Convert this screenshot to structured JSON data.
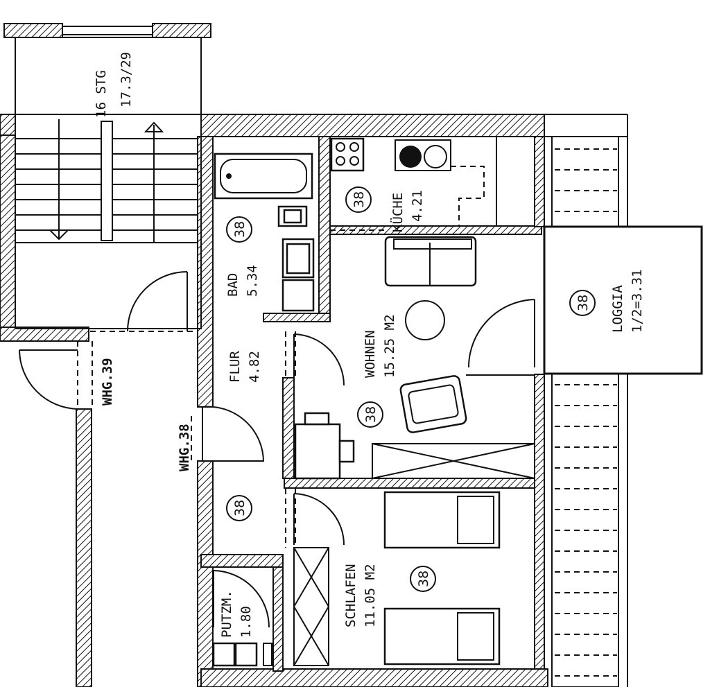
{
  "stair": {
    "count": "16 STG",
    "rise": "17.3/29"
  },
  "units": {
    "left": "WHG.39",
    "right": "WHG.38"
  },
  "rooms": {
    "bad": {
      "name": "BAD",
      "area": "5.34",
      "tag": "38"
    },
    "kueche": {
      "name": "KÜCHE",
      "area": "4.21",
      "tag": "38"
    },
    "wohnen": {
      "name": "WOHNEN",
      "area": "15.25 M2",
      "tag": "38"
    },
    "loggia": {
      "name": "LOGGIA",
      "area": "1/2=3.31",
      "tag": "38"
    },
    "flur": {
      "name": "FLUR",
      "area": "4.82",
      "tag": "38"
    },
    "schlafen": {
      "name": "SCHLAFEN",
      "area": "11.05 M2",
      "tag": "38"
    },
    "putzm": {
      "name": "PUTZM.",
      "area": "1.80"
    }
  }
}
